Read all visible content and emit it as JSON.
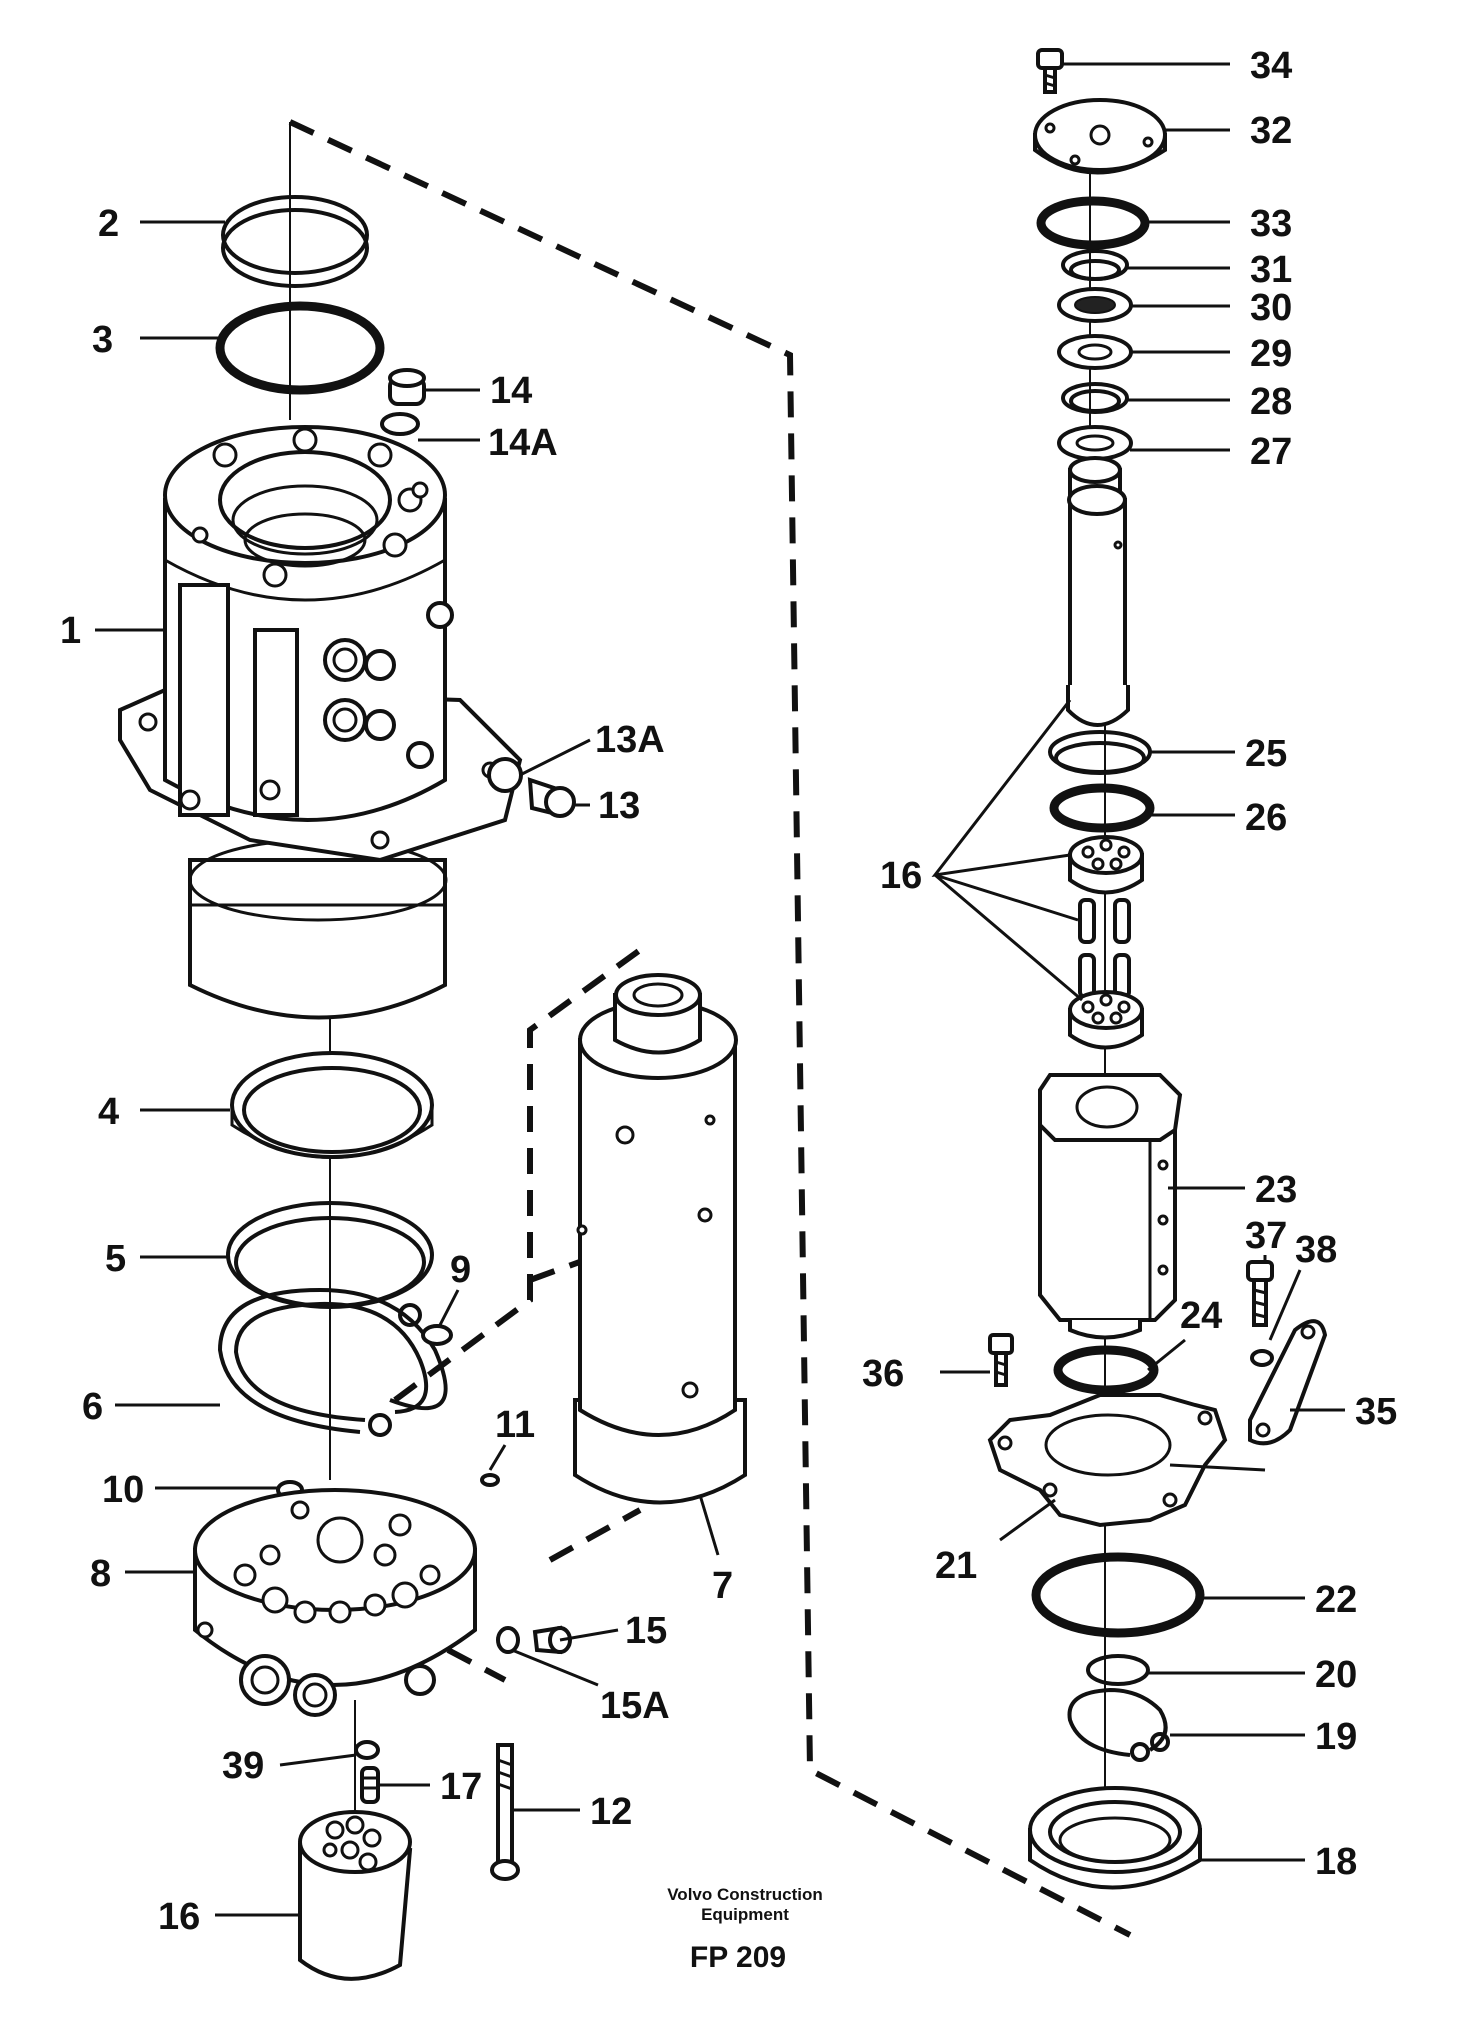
{
  "diagram": {
    "part_labels": [
      "34",
      "32",
      "33",
      "31",
      "30",
      "29",
      "28",
      "27",
      "2",
      "3",
      "14",
      "14A",
      "1",
      "13A",
      "13",
      "25",
      "26",
      "16",
      "23",
      "37",
      "38",
      "24",
      "36",
      "35",
      "4",
      "5",
      "6",
      "9",
      "11",
      "10",
      "8",
      "7",
      "21",
      "22",
      "15",
      "15A",
      "20",
      "19",
      "39",
      "17",
      "12",
      "18",
      "16"
    ],
    "caption": {
      "company": "Volvo Construction",
      "company_line2": "Equipment",
      "code": "FP 209"
    }
  }
}
